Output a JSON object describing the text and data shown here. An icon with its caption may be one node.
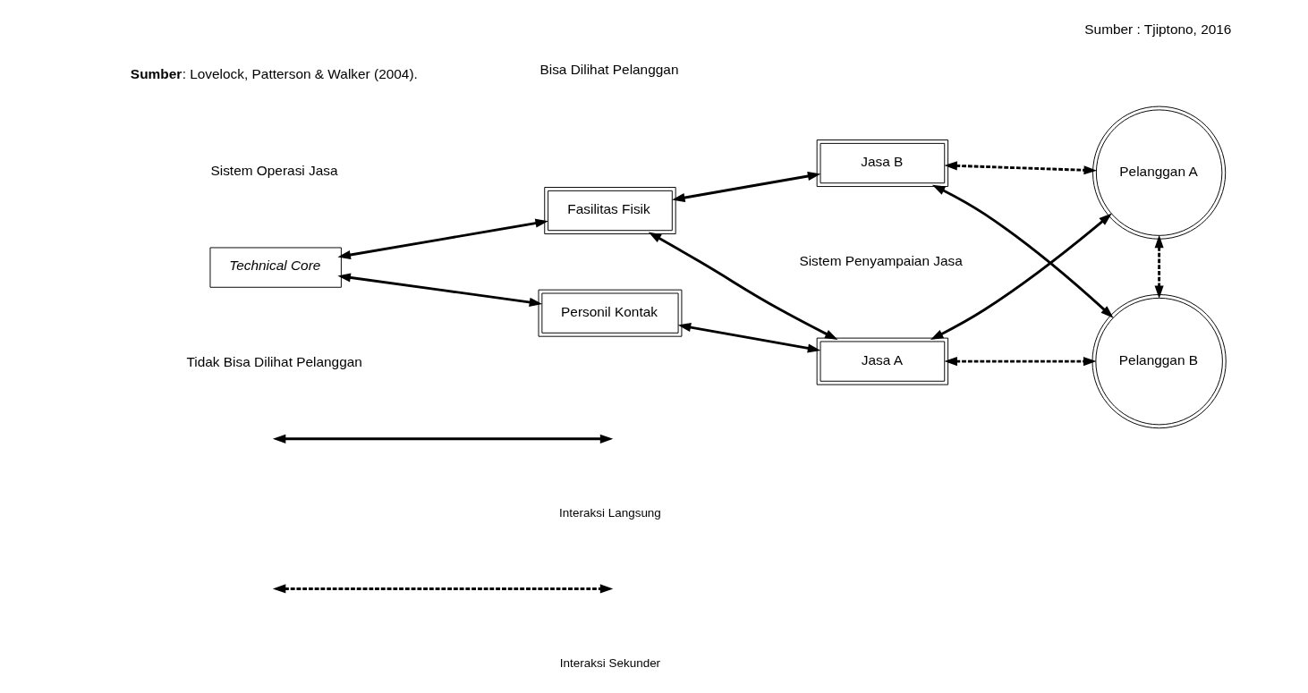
{
  "diagram": {
    "nodes": [
      {
        "text": [
          "Technical Core"
        ]
      },
      {
        "text": [
          "Fasilitas Fisik"
        ]
      },
      {
        "text": [
          "Personil Kontak"
        ]
      },
      {
        "text": [
          "Jasa A"
        ]
      },
      {
        "text": [
          "Jasa B"
        ]
      },
      {
        "text": [
          "Pelanggan A"
        ]
      },
      {
        "text": [
          "Pelanggan B"
        ]
      }
    ],
    "edges": [
      {
        "from": 0,
        "to": 1,
        "arrow": "both"
      },
      {
        "from": 0,
        "to": 2,
        "arrow": "both"
      },
      {
        "from": 1,
        "to": 3,
        "arrow": "both"
      },
      {
        "from": 1,
        "to": 4,
        "arrow": "both"
      },
      {
        "from": 2,
        "to": 3,
        "arrow": "both"
      },
      {
        "from": 3,
        "to": 5,
        "arrow": "both"
      },
      {
        "from": 3,
        "to": 6,
        "arrow": "both",
        "style": "dashed"
      },
      {
        "from": 4,
        "to": 5,
        "arrow": "both",
        "style": "dashed"
      },
      {
        "from": 4,
        "to": 6,
        "arrow": "both"
      },
      {
        "from": 5,
        "to": 6,
        "arrow": "both",
        "style": "dashed"
      }
    ],
    "labels": [
      "Sistem Operasi Jasa",
      "Sistem Penyampaian Jasa",
      "Tidak Bisa Dilihat Pelanggan",
      "Bisa Dilihat Pelanggan",
      "**Sumber**: Lovelock, Patterson & Walker (2004).",
      "Sumber : Tjiptono, 2016"
    ],
    "legend": [
      {
        "text": "Interaksi Langsung"
      },
      {
        "text": "Interaksi Sekunder"
      }
    ]
  }
}
